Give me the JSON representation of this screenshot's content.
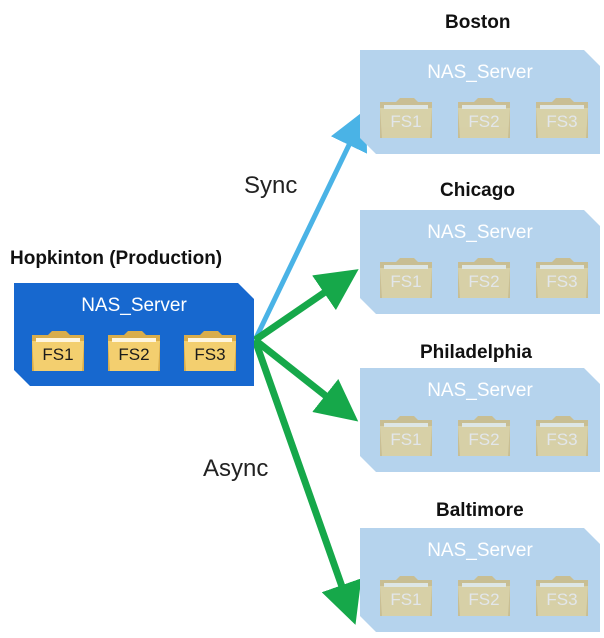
{
  "production": {
    "title": "Hopkinton (Production)",
    "server": "NAS_Server",
    "folders": [
      "FS1",
      "FS2",
      "FS3"
    ]
  },
  "replicas": [
    {
      "site": "Boston",
      "server": "NAS_Server",
      "folders": [
        "FS1",
        "FS2",
        "FS3"
      ],
      "mode": "sync"
    },
    {
      "site": "Chicago",
      "server": "NAS_Server",
      "folders": [
        "FS1",
        "FS2",
        "FS3"
      ],
      "mode": "async"
    },
    {
      "site": "Philadelphia",
      "server": "NAS_Server",
      "folders": [
        "FS1",
        "FS2",
        "FS3"
      ],
      "mode": "async"
    },
    {
      "site": "Baltimore",
      "server": "NAS_Server",
      "folders": [
        "FS1",
        "FS2",
        "FS3"
      ],
      "mode": "async"
    }
  ],
  "links": {
    "sync_label": "Sync",
    "async_label": "Async"
  },
  "colors": {
    "production_panel": "#1768cf",
    "replica_panel": "#b5d3ed",
    "sync_arrow": "#4ab3e6",
    "async_arrow": "#16a84a",
    "folder": "#f3cf6f"
  },
  "icons": {
    "folder": "folder-icon"
  }
}
